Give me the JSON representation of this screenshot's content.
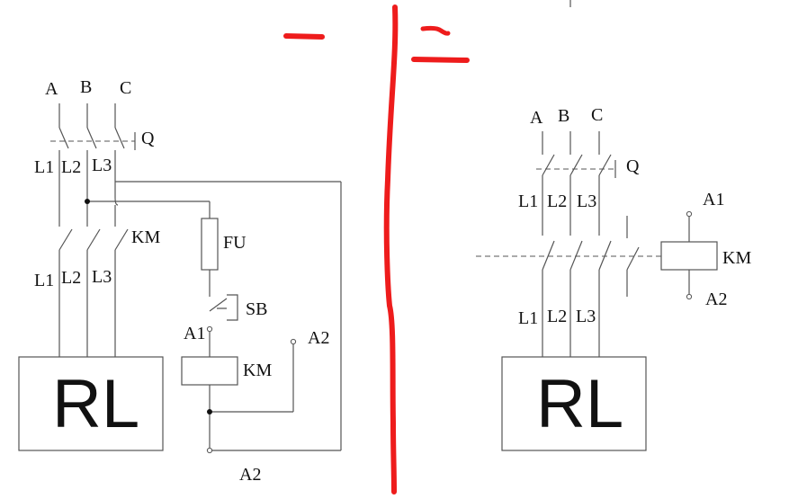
{
  "colors": {
    "wire": "#555555",
    "text": "#111111",
    "annotation": "#ee1c1c"
  },
  "left": {
    "phases": [
      "A",
      "B",
      "C"
    ],
    "breaker": "Q",
    "upper_lines": [
      "L1",
      "L2",
      "L3"
    ],
    "contactor": "KM",
    "lower_lines": [
      "L1",
      "L2",
      "L3"
    ],
    "fuse": "FU",
    "button": "SB",
    "coil": "KM",
    "terminal_a1": "A1",
    "terminal_a2_right": "A2",
    "terminal_a2_bottom": "A2",
    "load": "RL"
  },
  "right": {
    "phases": [
      "A",
      "B",
      "C"
    ],
    "breaker": "Q",
    "upper_lines": [
      "L1",
      "L2",
      "L3"
    ],
    "terminal_a1": "A1",
    "coil": "KM",
    "terminal_a2": "A2",
    "lower_lines": [
      "L1",
      "L2",
      "L3"
    ],
    "load": "RL"
  }
}
